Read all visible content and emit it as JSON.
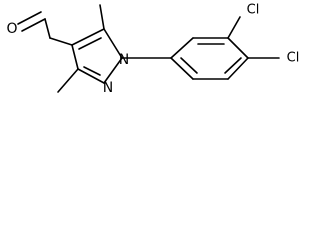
{
  "diagram": {
    "type": "chemical-structure",
    "atoms": {
      "oxygen": "O",
      "n1": "N",
      "n2": "N",
      "cl_top": "Cl",
      "cl_right": "Cl"
    }
  }
}
